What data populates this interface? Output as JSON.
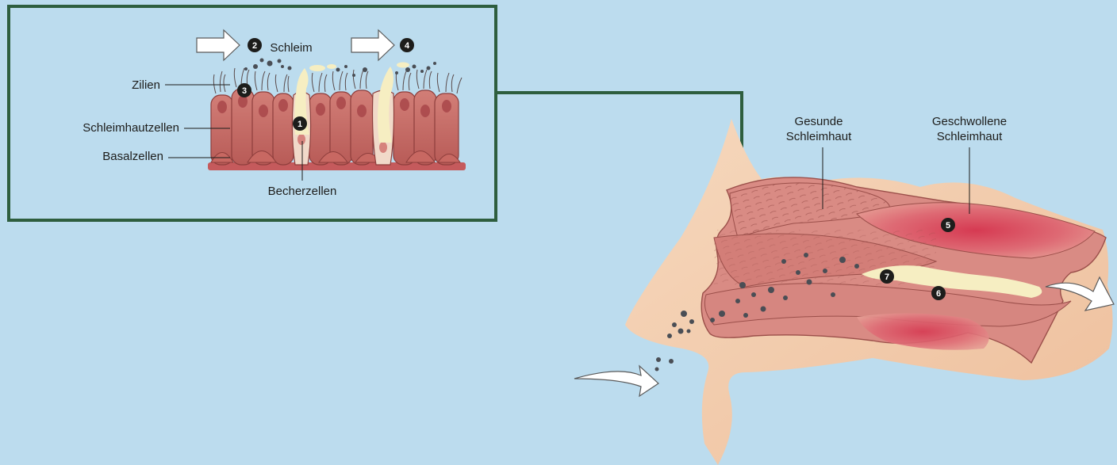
{
  "colors": {
    "background": "#bcdcee",
    "frame": "#2e5e3e",
    "skin": "#f3cfb1",
    "mucosa": "#d88a84",
    "swollen": "#d9505e",
    "mucus": "#f6eec2",
    "particles": "#4a4e55",
    "cells": "#c96c66"
  },
  "inset": {
    "mucus_label": "Schleim",
    "left_labels": [
      {
        "text": "Zilien"
      },
      {
        "text": "Schleimhautzellen"
      },
      {
        "text": "Basalzellen"
      }
    ],
    "bottom_label": "Becherzellen"
  },
  "nose": {
    "healthy_label": [
      "Gesunde",
      "Schleimhaut"
    ],
    "swollen_label": [
      "Geschwollene",
      "Schleimhaut"
    ]
  },
  "markers": [
    "1",
    "2",
    "3",
    "4",
    "5",
    "6",
    "7"
  ]
}
